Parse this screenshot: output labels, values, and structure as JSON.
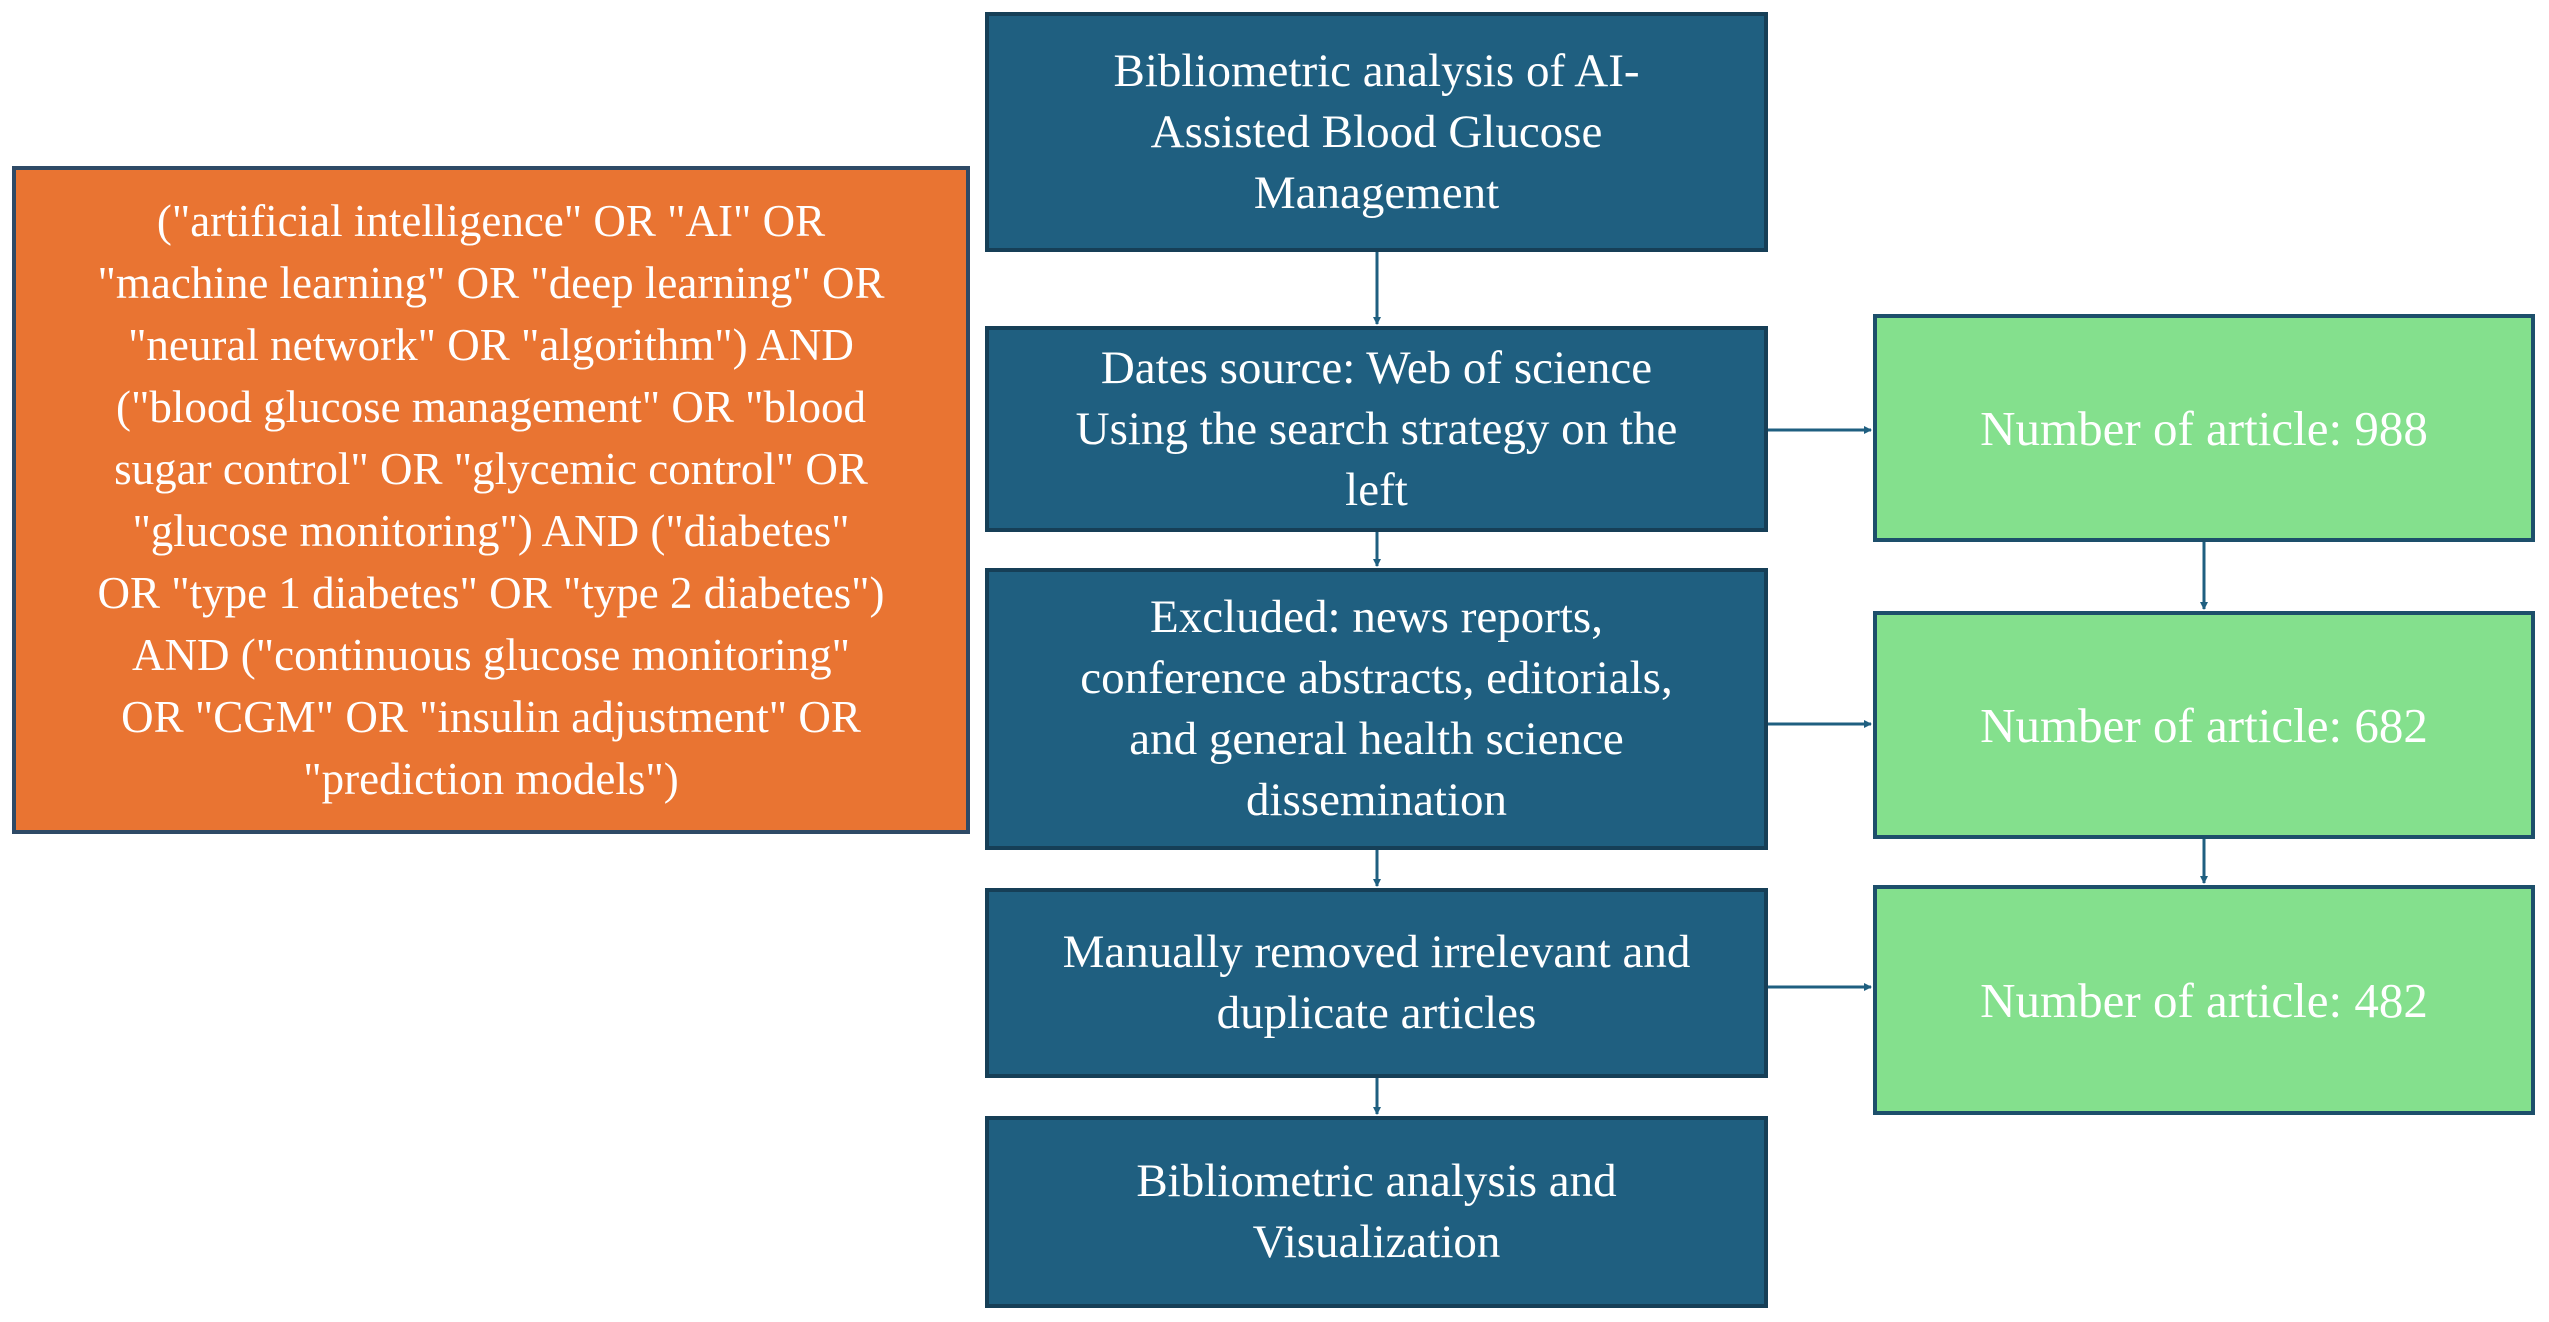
{
  "search_strategy": {
    "text": "(\"artificial intelligence\" OR \"AI\" OR\n\"machine learning\" OR \"deep learning\" OR\n\"neural network\" OR \"algorithm\") AND\n(\"blood glucose management\" OR \"blood\nsugar control\" OR \"glycemic control\" OR\n\"glucose monitoring\") AND (\"diabetes\"\nOR \"type 1 diabetes\" OR \"type 2 diabetes\")\nAND (\"continuous glucose monitoring\"\nOR \"CGM\" OR \"insulin adjustment\" OR\n\"prediction models\")"
  },
  "steps": [
    {
      "text": "Bibliometric analysis of AI-\nAssisted Blood Glucose\nManagement"
    },
    {
      "text": "Dates source: Web of science\nUsing the search strategy on the\nleft"
    },
    {
      "text": "Excluded: news reports,\nconference abstracts, editorials,\nand general health science\ndissemination"
    },
    {
      "text": "Manually removed irrelevant and\nduplicate articles"
    },
    {
      "text": "Bibliometric analysis and\nVisualization"
    }
  ],
  "counts": [
    {
      "text": "Number of article: 988"
    },
    {
      "text": "Number of article: 682"
    },
    {
      "text": "Number of article: 482"
    }
  ],
  "colors": {
    "step_fill": "#1f5f80",
    "count_fill": "#84e08d",
    "query_fill": "#e97432",
    "connector": "#1f5f80"
  }
}
